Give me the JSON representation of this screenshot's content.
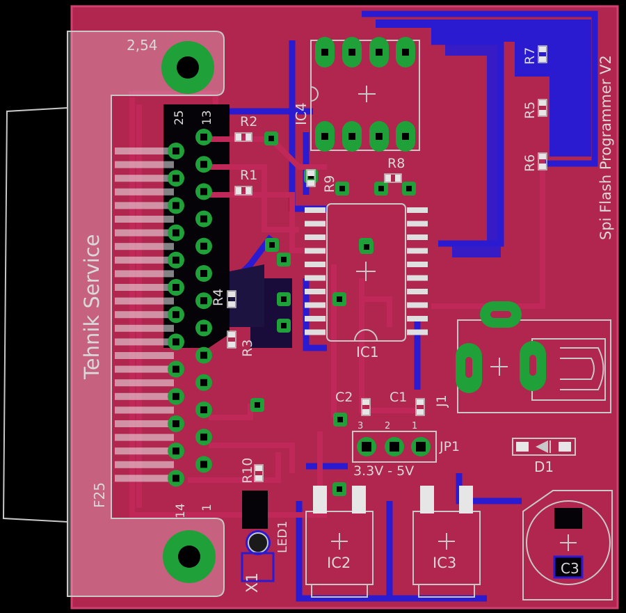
{
  "board": {
    "title": "Spi Flash Programmer V2",
    "brand": "Tehnik Service",
    "pitch": "2,54",
    "connector": {
      "name": "F25",
      "pin_top_a": "25",
      "pin_top_b": "13",
      "pin_bot_a": "14",
      "pin_bot_b": "1"
    }
  },
  "components": {
    "ic4": "IC4",
    "ic1": "IC1",
    "ic2": "IC2",
    "ic3": "IC3",
    "r1": "R1",
    "r2": "R2",
    "r3": "R3",
    "r4": "R4",
    "r5": "R5",
    "r6": "R6",
    "r7": "R7",
    "r8": "R8",
    "r9": "R9",
    "r10": "R10",
    "c1": "C1",
    "c2": "C2",
    "c3": "C3",
    "d1": "D1",
    "led1": "LED1",
    "x1": "X1",
    "j1": "J1",
    "jp1": "JP1"
  },
  "jumper": {
    "pin3": "3",
    "pin2": "2",
    "pin1": "1",
    "label": "3.3V - 5V"
  },
  "colors": {
    "board": "#b0264f",
    "copper_top": "#c0285a",
    "copper_bottom": "#2a1bd0",
    "pad": "#1fa038",
    "silk": "#d9d9d9",
    "outline": "#c8c8c8"
  }
}
